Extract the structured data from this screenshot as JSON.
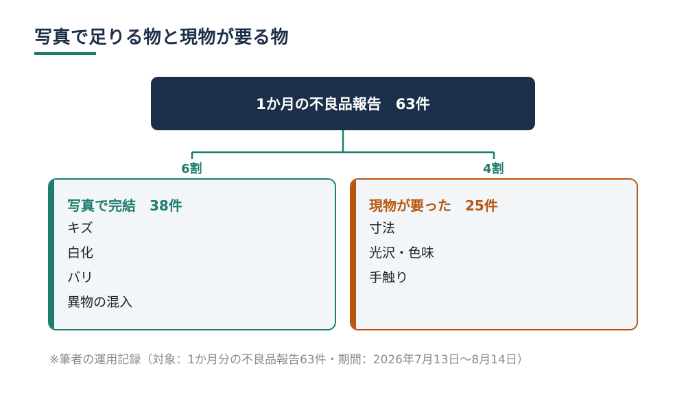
{
  "title": "写真で足りる物と現物が要る物",
  "top_box": {
    "label": "1か月の不良品報告　63件"
  },
  "left_branch": {
    "share_label": "6割",
    "heading": "写真で完結　38件",
    "items": [
      "キズ",
      "白化",
      "バリ",
      "異物の混入"
    ]
  },
  "right_branch": {
    "share_label": "4割",
    "heading": "現物が要った　25件",
    "items": [
      "寸法",
      "光沢・色味",
      "手触り"
    ]
  },
  "footnote": "※筆者の運用記録（対象：1か月分の不良品報告63件・期間：2026年7月13日〜8月14日）",
  "colors": {
    "navy": "#1b2f4a",
    "teal": "#1e7c6e",
    "orange": "#b8560d",
    "card_bg": "#f3f6f9"
  }
}
